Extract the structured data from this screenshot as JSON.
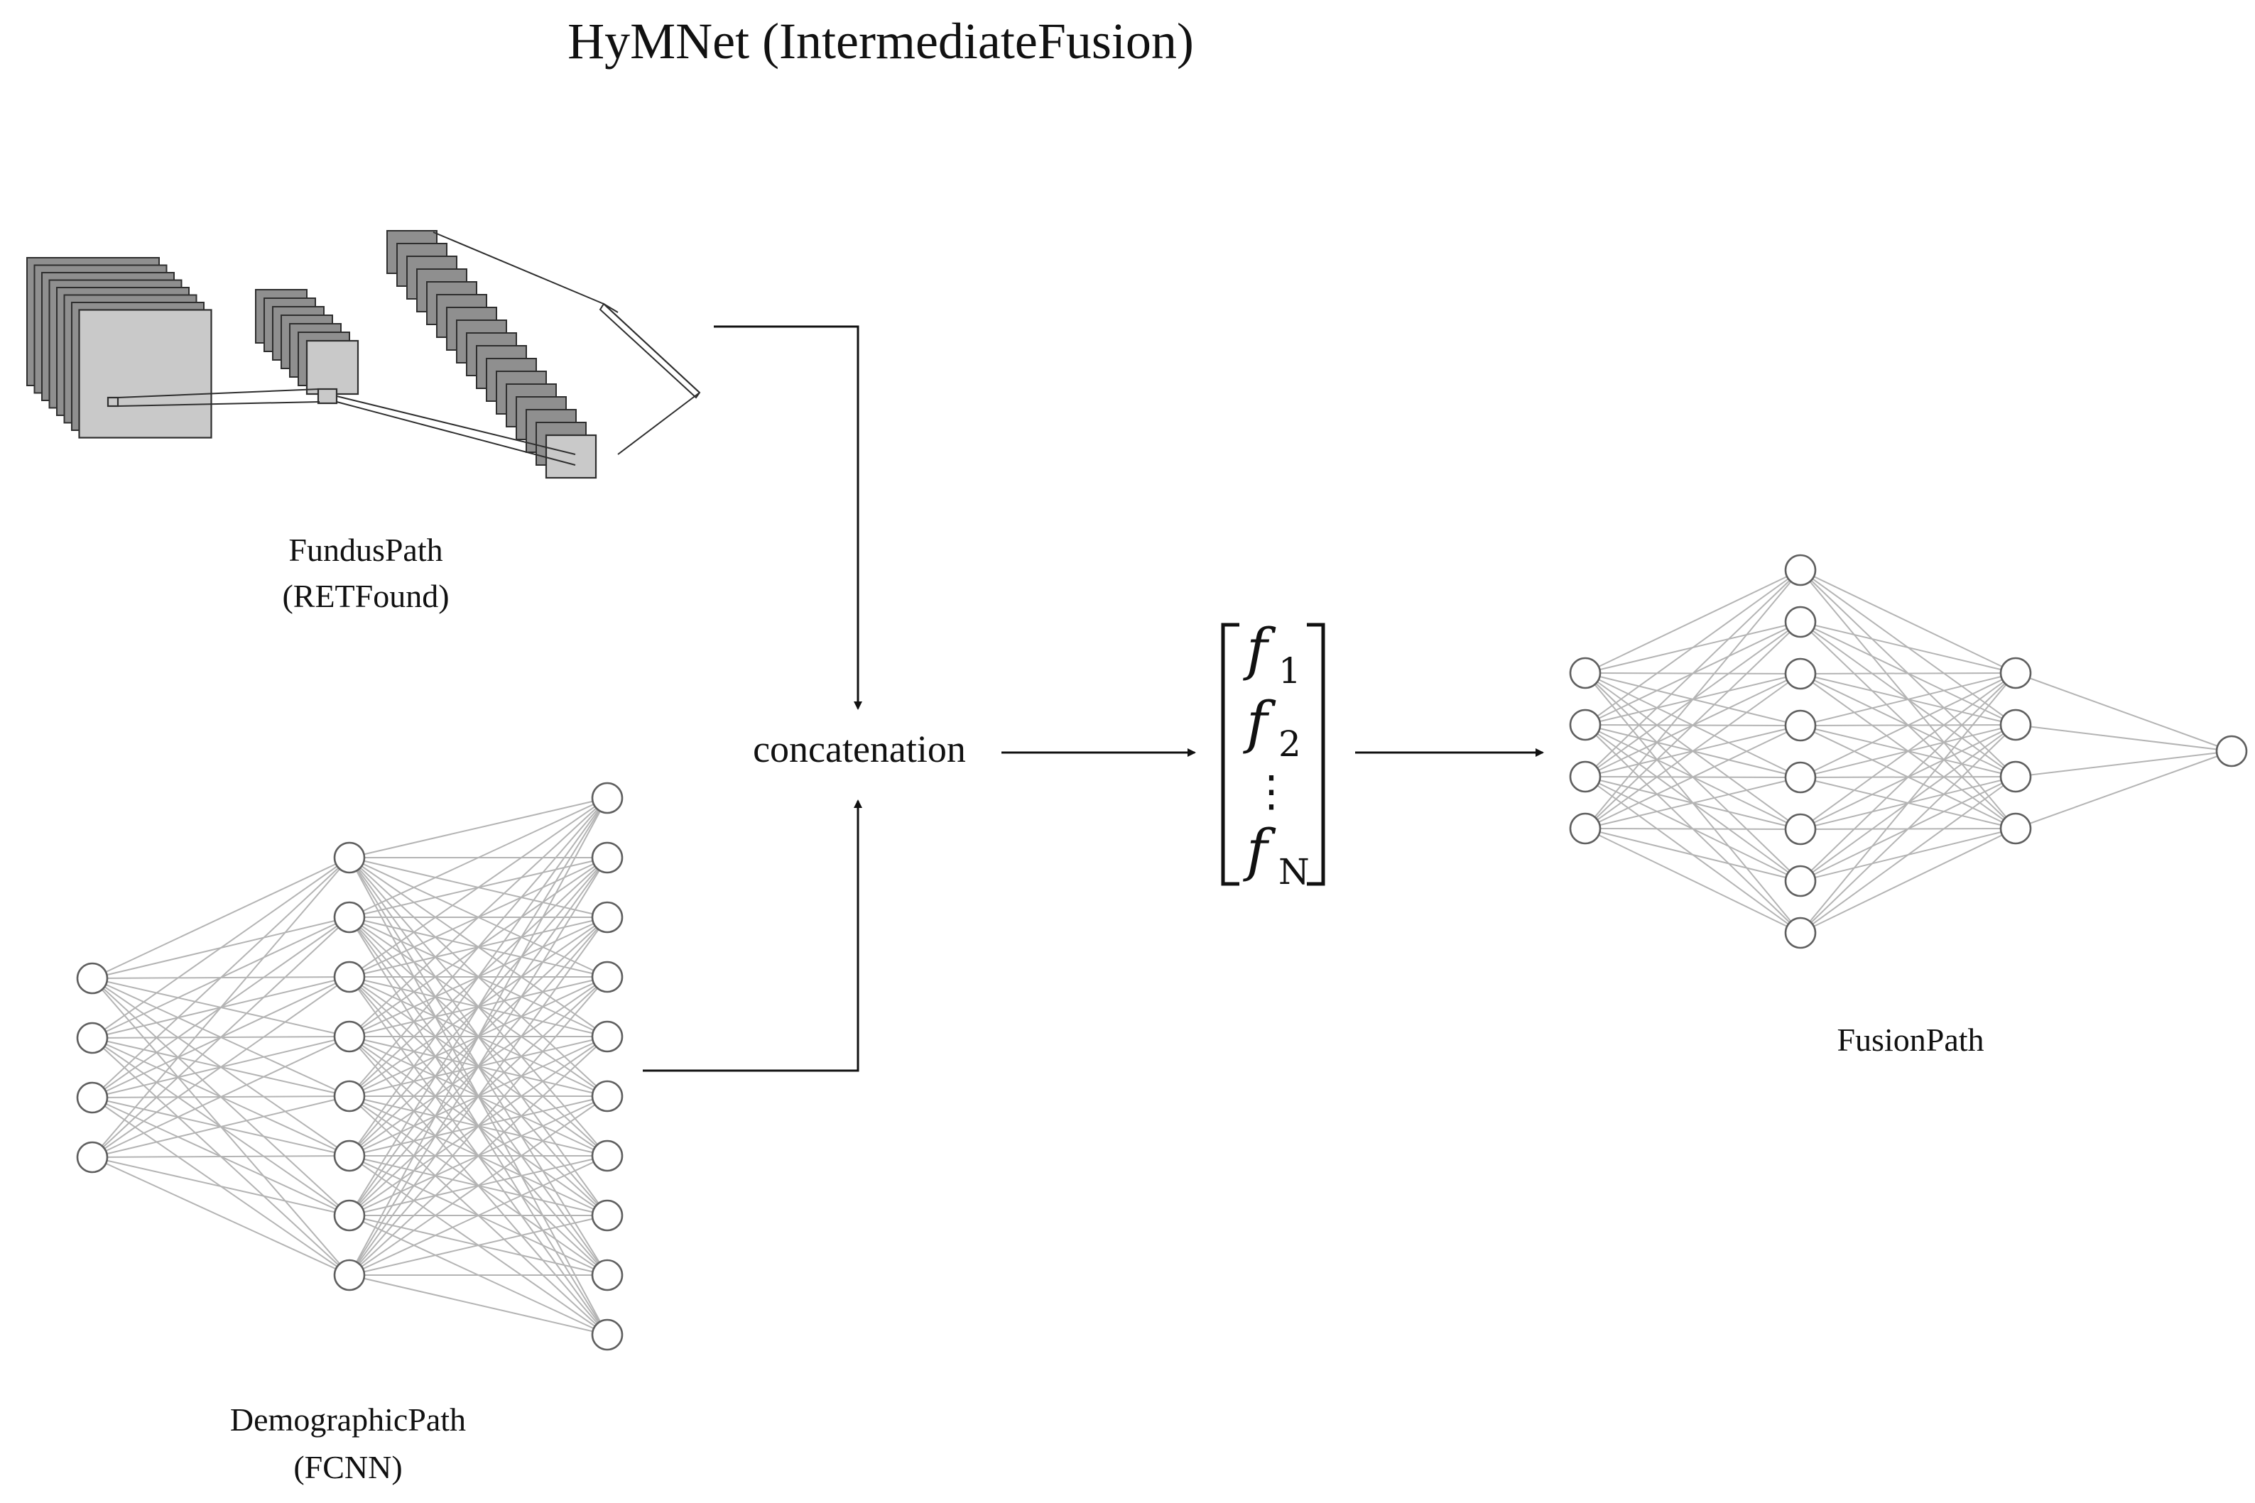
{
  "title": "HyMNet (IntermediateFusion)",
  "fundus_path": {
    "label_line1": "FundusPath",
    "label_line2": "(RETFound)"
  },
  "demographic_path": {
    "label_line1": "DemographicPath",
    "label_line2": "(FCNN)",
    "layer_sizes": [
      4,
      8,
      10
    ]
  },
  "fusion": {
    "concat_label": "concatenation",
    "feature_vector": {
      "symbol": "f",
      "subscripts": [
        "1",
        "2",
        "N"
      ],
      "ellipsis": "⋮"
    }
  },
  "fusion_path": {
    "label": "FusionPath",
    "layer_sizes": [
      4,
      8,
      4,
      1
    ]
  },
  "colors": {
    "edge": "#b4b4b4",
    "node_stroke": "#5f5f5f",
    "feature_map_fill": "#8f8f8f",
    "feature_map_front": "#c9c9c9",
    "arrow": "#111111"
  }
}
